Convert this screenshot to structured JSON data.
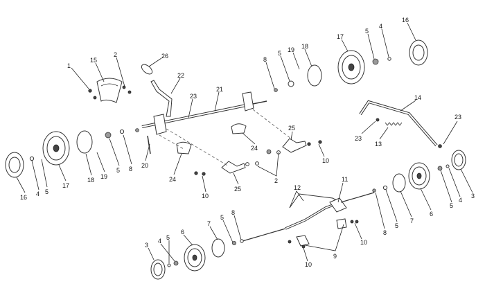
{
  "callouts": [
    {
      "text": "1"
    },
    {
      "text": "15"
    },
    {
      "text": "2"
    },
    {
      "text": "26"
    },
    {
      "text": "22"
    },
    {
      "text": "23"
    },
    {
      "text": "21"
    },
    {
      "text": "8"
    },
    {
      "text": "5"
    },
    {
      "text": "19"
    },
    {
      "text": "18"
    },
    {
      "text": "17"
    },
    {
      "text": "5"
    },
    {
      "text": "4"
    },
    {
      "text": "16"
    },
    {
      "text": "14"
    },
    {
      "text": "23"
    },
    {
      "text": "13"
    },
    {
      "text": "23"
    },
    {
      "text": "25"
    },
    {
      "text": "24"
    },
    {
      "text": "10"
    },
    {
      "text": "20"
    },
    {
      "text": "8"
    },
    {
      "text": "5"
    },
    {
      "text": "19"
    },
    {
      "text": "18"
    },
    {
      "text": "17"
    },
    {
      "text": "5"
    },
    {
      "text": "4"
    },
    {
      "text": "16"
    },
    {
      "text": "24"
    },
    {
      "text": "25"
    },
    {
      "text": "2"
    },
    {
      "text": "10"
    },
    {
      "text": "12"
    },
    {
      "text": "11"
    },
    {
      "text": "8"
    },
    {
      "text": "5"
    },
    {
      "text": "7"
    },
    {
      "text": "6"
    },
    {
      "text": "5"
    },
    {
      "text": "4"
    },
    {
      "text": "3"
    },
    {
      "text": "10"
    },
    {
      "text": "9"
    },
    {
      "text": "10"
    },
    {
      "text": "8"
    },
    {
      "text": "5"
    },
    {
      "text": "7"
    },
    {
      "text": "6"
    },
    {
      "text": "5"
    },
    {
      "text": "4"
    },
    {
      "text": "3"
    }
  ]
}
